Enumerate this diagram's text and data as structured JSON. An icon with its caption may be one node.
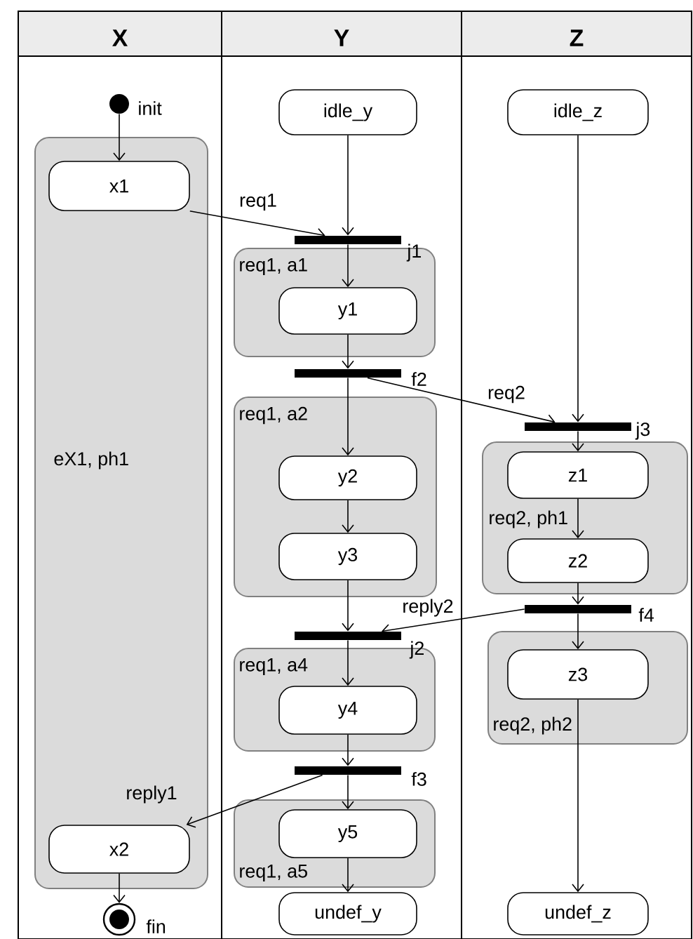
{
  "diagram": {
    "nodes": [
      {
        "text": [
          "X"
        ]
      },
      {
        "text": [
          "Y"
        ]
      },
      {
        "text": [
          "Z"
        ]
      },
      {
        "text": [],
        "shape": "circle",
        "beside": [
          "init"
        ],
        "in": 0
      },
      {
        "text": [
          "eX1, ph1"
        ],
        "in": 0
      },
      {
        "text": [
          "x1"
        ],
        "in": 4
      },
      {
        "text": [
          "x2"
        ],
        "in": 4
      },
      {
        "text": [],
        "shape": "circle",
        "beside": [
          "fin"
        ],
        "in": 0
      },
      {
        "text": [
          "idle_y"
        ],
        "in": 1
      },
      {
        "text": [],
        "shape": "bar",
        "beside": [
          "j1"
        ],
        "in": 1
      },
      {
        "text": [
          "req1, a1"
        ],
        "in": 1
      },
      {
        "text": [
          "y1"
        ],
        "in": 10
      },
      {
        "text": [],
        "shape": "bar",
        "beside": [
          "f2"
        ],
        "in": 1
      },
      {
        "text": [
          "req1, a2"
        ],
        "in": 1
      },
      {
        "text": [
          "y2"
        ],
        "in": 13
      },
      {
        "text": [
          "y3"
        ],
        "in": 13
      },
      {
        "text": [],
        "shape": "bar",
        "beside": [
          "j2"
        ],
        "in": 1
      },
      {
        "text": [
          "req1, a4"
        ],
        "in": 1
      },
      {
        "text": [
          "y4"
        ],
        "in": 17
      },
      {
        "text": [],
        "shape": "bar",
        "beside": [
          "f3"
        ],
        "in": 1
      },
      {
        "text": [
          "req1, a5"
        ],
        "in": 1
      },
      {
        "text": [
          "y5"
        ],
        "in": 20
      },
      {
        "text": [
          "undef_y"
        ],
        "in": 1
      },
      {
        "text": [
          "idle_z"
        ],
        "in": 2
      },
      {
        "text": [],
        "shape": "bar",
        "beside": [
          "j3"
        ],
        "in": 2
      },
      {
        "text": [
          "req2, ph1"
        ],
        "in": 2
      },
      {
        "text": [
          "z1"
        ],
        "in": 25
      },
      {
        "text": [
          "z2"
        ],
        "in": 25
      },
      {
        "text": [],
        "shape": "bar",
        "beside": [
          "f4"
        ],
        "in": 2
      },
      {
        "text": [
          "req2, ph2"
        ],
        "in": 2
      },
      {
        "text": [
          "z3"
        ],
        "in": 29
      },
      {
        "text": [
          "undef_z"
        ],
        "in": 2
      }
    ],
    "edges": [
      {
        "from": 3,
        "to": 5,
        "arrow": "to"
      },
      {
        "from": 5,
        "to": 9,
        "arrow": "to",
        "label": "req1"
      },
      {
        "from": 8,
        "to": 9,
        "arrow": "to"
      },
      {
        "from": 9,
        "to": 11,
        "arrow": "to"
      },
      {
        "from": 11,
        "to": 12,
        "arrow": "to"
      },
      {
        "from": 12,
        "to": 14,
        "arrow": "to"
      },
      {
        "from": 12,
        "to": 24,
        "arrow": "to",
        "label": "req2"
      },
      {
        "from": 14,
        "to": 15,
        "arrow": "to"
      },
      {
        "from": 15,
        "to": 16,
        "arrow": "to"
      },
      {
        "from": 28,
        "to": 16,
        "arrow": "to",
        "label": "reply2"
      },
      {
        "from": 16,
        "to": 18,
        "arrow": "to"
      },
      {
        "from": 18,
        "to": 19,
        "arrow": "to"
      },
      {
        "from": 19,
        "to": 21,
        "arrow": "to"
      },
      {
        "from": 19,
        "to": 6,
        "arrow": "to",
        "label": "reply1"
      },
      {
        "from": 21,
        "to": 22,
        "arrow": "to"
      },
      {
        "from": 6,
        "to": 7,
        "arrow": "to"
      },
      {
        "from": 23,
        "to": 24,
        "arrow": "to"
      },
      {
        "from": 24,
        "to": 26,
        "arrow": "to"
      },
      {
        "from": 26,
        "to": 27,
        "arrow": "to"
      },
      {
        "from": 27,
        "to": 28,
        "arrow": "to"
      },
      {
        "from": 28,
        "to": 30,
        "arrow": "to"
      },
      {
        "from": 30,
        "to": 31,
        "arrow": "to"
      }
    ]
  }
}
